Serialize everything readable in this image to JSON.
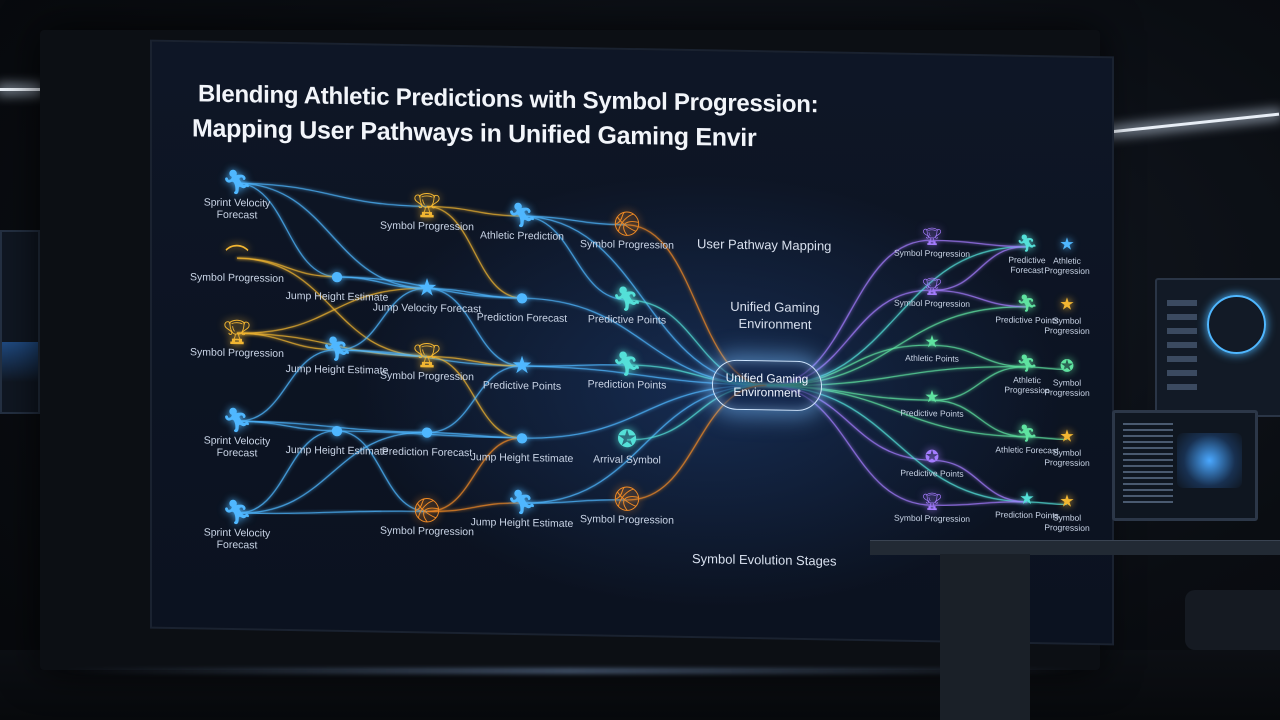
{
  "title_line_1": "Blending Athletic Predictions with Symbol Progression:",
  "title_line_2": "Mapping User Pathways in Unified Gaming Envir",
  "labels": {
    "user_pathway_mapping": "User Pathway Mapping",
    "unified_gaming_environment": "Unified Gaming Environment",
    "symbol_evolution_stages": "Symbol Evolution Stages"
  },
  "hub": {
    "label": "Unified Gaming Environment",
    "color": "#bfe3ff"
  },
  "colors": {
    "blue": "#4fb7ff",
    "cyan": "#54e0d8",
    "green": "#5fe3a0",
    "purple": "#a57cff",
    "gold": "#f2b632",
    "orange": "#f08a24"
  },
  "nodes": [
    {
      "id": "c1r1",
      "icon": "runner-icon",
      "label": "Sprint Velocity Forecast",
      "color": "blue"
    },
    {
      "id": "c1r2",
      "icon": "arc-icon",
      "label": "Symbol Progression",
      "color": "gold"
    },
    {
      "id": "c1r3",
      "icon": "trophy-icon",
      "label": "Symbol Progression",
      "color": "gold"
    },
    {
      "id": "c1r4",
      "icon": "runner-icon",
      "label": "Sprint Velocity Forecast",
      "color": "blue"
    },
    {
      "id": "c1r5",
      "icon": "runner-icon",
      "label": "Sprint Velocity Forecast",
      "color": "blue"
    },
    {
      "id": "c2r2",
      "icon": "dot-icon",
      "label": "Jump Height Estimate",
      "color": "blue"
    },
    {
      "id": "c2r3",
      "icon": "runner-icon",
      "label": "Jump Height Estimate",
      "color": "blue"
    },
    {
      "id": "c2r4",
      "icon": "dot-icon",
      "label": "Jump Height Estimate",
      "color": "blue"
    },
    {
      "id": "c3r1",
      "icon": "trophy-icon",
      "label": "Symbol Progression",
      "color": "gold"
    },
    {
      "id": "c3r2",
      "icon": "star-icon",
      "label": "Jump Velocity Forecast",
      "color": "blue"
    },
    {
      "id": "c3r3",
      "icon": "trophy-icon",
      "label": "Symbol Progression",
      "color": "gold"
    },
    {
      "id": "c3r4",
      "icon": "dot-icon",
      "label": "Prediction Forecast",
      "color": "blue"
    },
    {
      "id": "c3r5",
      "icon": "ball-icon",
      "label": "Symbol Progression",
      "color": "orange"
    },
    {
      "id": "c4r1",
      "icon": "runner-icon",
      "label": "Athletic Prediction",
      "color": "blue"
    },
    {
      "id": "c4r2",
      "icon": "dot-icon",
      "label": "Prediction Forecast",
      "color": "blue"
    },
    {
      "id": "c4r3",
      "icon": "star-icon",
      "label": "Predictive Points",
      "color": "blue"
    },
    {
      "id": "c4r4",
      "icon": "dot-icon",
      "label": "Jump Height Estimate",
      "color": "blue"
    },
    {
      "id": "c4r5",
      "icon": "runner-icon",
      "label": "Jump Height Estimate",
      "color": "blue"
    },
    {
      "id": "c5r1",
      "icon": "ball-icon",
      "label": "Symbol Progression",
      "color": "orange"
    },
    {
      "id": "c5r2",
      "icon": "runner-icon",
      "label": "Predictive Points",
      "color": "cyan"
    },
    {
      "id": "c5r3",
      "icon": "runner-icon",
      "label": "Prediction Points",
      "color": "cyan"
    },
    {
      "id": "c5r4",
      "icon": "badge-icon",
      "label": "Arrival Symbol",
      "color": "cyan"
    },
    {
      "id": "c5r5",
      "icon": "ball-icon",
      "label": "Symbol Progression",
      "color": "orange"
    },
    {
      "id": "c6r1",
      "icon": "trophy-icon",
      "label": "Symbol Progression",
      "color": "purple"
    },
    {
      "id": "c6r2",
      "icon": "trophy-icon",
      "label": "Symbol Progression",
      "color": "purple"
    },
    {
      "id": "c6r3",
      "icon": "star-icon",
      "label": "Athletic Points",
      "color": "green"
    },
    {
      "id": "c6r4",
      "icon": "star-icon",
      "label": "Predictive Points",
      "color": "green"
    },
    {
      "id": "c6r5",
      "icon": "badge-icon",
      "label": "Predictive Points",
      "color": "purple"
    },
    {
      "id": "c6r6",
      "icon": "trophy-icon",
      "label": "Symbol Progression",
      "color": "purple"
    },
    {
      "id": "c7r1",
      "icon": "runner-icon",
      "label": "Predictive Forecast",
      "color": "cyan"
    },
    {
      "id": "c7r2",
      "icon": "runner-icon",
      "label": "Predictive Points",
      "color": "green"
    },
    {
      "id": "c7r3",
      "icon": "runner-icon",
      "label": "Athletic Progression",
      "color": "green"
    },
    {
      "id": "c7r4",
      "icon": "runner-icon",
      "label": "Athletic Forecast",
      "color": "green"
    },
    {
      "id": "c7r5",
      "icon": "star-icon",
      "label": "Prediction Points",
      "color": "cyan"
    },
    {
      "id": "c8r1",
      "icon": "star-icon",
      "label": "Athletic Progression",
      "color": "blue"
    },
    {
      "id": "c8r2",
      "icon": "star-icon",
      "label": "Symbol Progression",
      "color": "gold"
    },
    {
      "id": "c8r3",
      "icon": "badge-icon",
      "label": "Symbol Progression",
      "color": "green"
    },
    {
      "id": "c8r4",
      "icon": "star-icon",
      "label": "Symbol Progression",
      "color": "gold"
    },
    {
      "id": "c8r5",
      "icon": "star-icon",
      "label": "Symbol Progression",
      "color": "gold"
    }
  ],
  "edges": [
    [
      "c1r1",
      "c3r1"
    ],
    [
      "c1r1",
      "c2r2"
    ],
    [
      "c1r1",
      "c3r2"
    ],
    [
      "c1r2",
      "c2r2"
    ],
    [
      "c1r2",
      "c3r3"
    ],
    [
      "c1r3",
      "c2r3"
    ],
    [
      "c1r3",
      "c3r3"
    ],
    [
      "c1r3",
      "c3r2"
    ],
    [
      "c1r4",
      "c2r4"
    ],
    [
      "c1r4",
      "c3r4"
    ],
    [
      "c1r4",
      "c2r3"
    ],
    [
      "c1r5",
      "c2r4"
    ],
    [
      "c1r5",
      "c3r5"
    ],
    [
      "c1r5",
      "c3r4"
    ],
    [
      "c2r2",
      "c3r2"
    ],
    [
      "c2r2",
      "c4r2"
    ],
    [
      "c2r3",
      "c3r3"
    ],
    [
      "c2r3",
      "c4r3"
    ],
    [
      "c2r3",
      "c3r2"
    ],
    [
      "c2r4",
      "c3r4"
    ],
    [
      "c2r4",
      "c4r4"
    ],
    [
      "c2r4",
      "c3r5"
    ],
    [
      "c3r1",
      "c4r1"
    ],
    [
      "c3r1",
      "c4r2"
    ],
    [
      "c3r2",
      "c4r2"
    ],
    [
      "c3r2",
      "c4r3"
    ],
    [
      "c3r3",
      "c4r3"
    ],
    [
      "c3r3",
      "c4r4"
    ],
    [
      "c3r4",
      "c4r4"
    ],
    [
      "c3r4",
      "c4r3"
    ],
    [
      "c3r5",
      "c4r5"
    ],
    [
      "c3r5",
      "c4r4"
    ],
    [
      "c4r1",
      "c5r1"
    ],
    [
      "c4r1",
      "c5r2"
    ],
    [
      "c4r1",
      "hub"
    ],
    [
      "c4r2",
      "c5r2"
    ],
    [
      "c4r2",
      "hub"
    ],
    [
      "c4r3",
      "c5r3"
    ],
    [
      "c4r3",
      "hub"
    ],
    [
      "c4r4",
      "c5r4"
    ],
    [
      "c4r4",
      "hub"
    ],
    [
      "c4r5",
      "c5r5"
    ],
    [
      "c4r5",
      "hub"
    ],
    [
      "c5r1",
      "hub"
    ],
    [
      "c5r2",
      "hub"
    ],
    [
      "c5r3",
      "hub"
    ],
    [
      "c5r4",
      "hub"
    ],
    [
      "c5r5",
      "hub"
    ],
    [
      "hub",
      "c6r1"
    ],
    [
      "hub",
      "c6r2"
    ],
    [
      "hub",
      "c6r3"
    ],
    [
      "hub",
      "c6r4"
    ],
    [
      "hub",
      "c6r5"
    ],
    [
      "hub",
      "c6r6"
    ],
    [
      "hub",
      "c7r1"
    ],
    [
      "hub",
      "c7r2"
    ],
    [
      "hub",
      "c7r3"
    ],
    [
      "hub",
      "c7r4"
    ],
    [
      "hub",
      "c7r5"
    ],
    [
      "c6r1",
      "c7r1"
    ],
    [
      "c6r2",
      "c7r2"
    ],
    [
      "c6r3",
      "c7r3"
    ],
    [
      "c6r4",
      "c7r4"
    ],
    [
      "c6r5",
      "c7r5"
    ],
    [
      "c6r6",
      "c7r5"
    ],
    [
      "c6r2",
      "c7r1"
    ],
    [
      "c6r4",
      "c7r3"
    ],
    [
      "c7r1",
      "c8r1"
    ],
    [
      "c7r2",
      "c8r2"
    ],
    [
      "c7r3",
      "c8r3"
    ],
    [
      "c7r4",
      "c8r4"
    ],
    [
      "c7r5",
      "c8r5"
    ]
  ]
}
